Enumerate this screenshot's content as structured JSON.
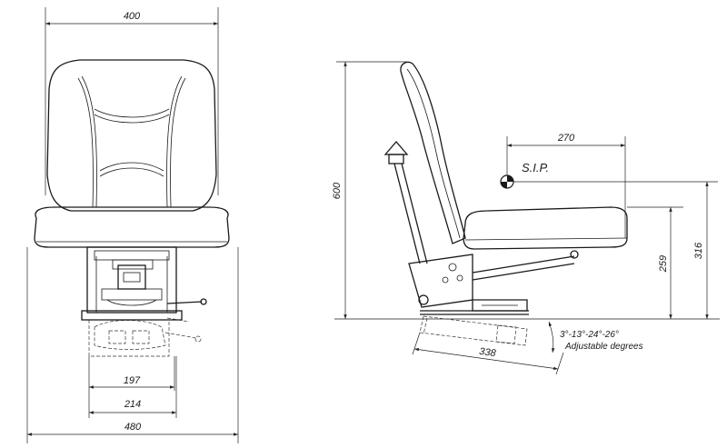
{
  "dimensions": {
    "width_top": "400",
    "width_197": "197",
    "width_214": "214",
    "width_480": "480",
    "height_600": "600",
    "length_270": "270",
    "height_316": "316",
    "height_259": "259",
    "slide_338": "338"
  },
  "labels": {
    "sip": "S.I.P.",
    "angles": "3°-13°-24°-26°",
    "adjustable": "Adjustable degrees"
  }
}
